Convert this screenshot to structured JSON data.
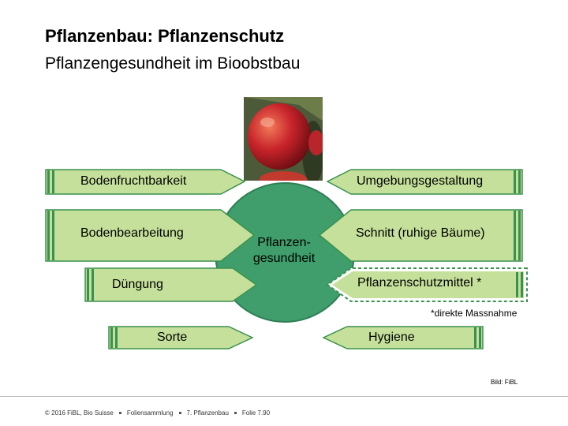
{
  "slide": {
    "title": "Pflanzenbau: Pflanzenschutz",
    "subtitle": "Pflanzengesundheit im Bioobstbau"
  },
  "diagram": {
    "center_line1": "Pflanzen-",
    "center_line2": "gesundheit",
    "left_arrows": [
      "Bodenfruchtbarkeit",
      "Bodenbearbeitung",
      "Düngung",
      "Sorte"
    ],
    "right_arrows": [
      "Umgebungsgestaltung",
      "Schnitt (ruhige Bäume)",
      "Pflanzenschutzmittel *",
      "Hygiene"
    ],
    "footnote": "*direkte Massnahme",
    "colors": {
      "arrow_fill": "#c5e09a",
      "arrow_edge": "#39914f",
      "circle_fill": "#3f9e6b",
      "circle_edge": "#2f7f54"
    }
  },
  "credit": "Bild: FiBL",
  "footer": {
    "copyright": "© 2016 FiBL, Bio Suisse",
    "collection": "Foliensammlung",
    "chapter": "7. Pflanzenbau",
    "slide": "Folie 7.90"
  }
}
